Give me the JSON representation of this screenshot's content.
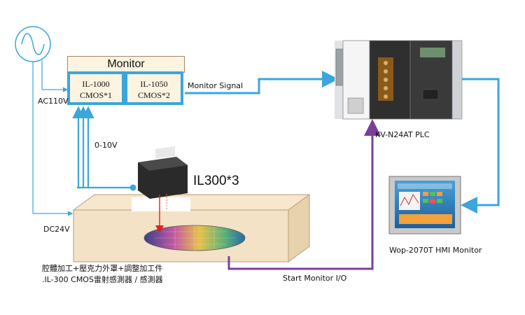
{
  "monitor": {
    "title": "Monitor",
    "cell1_line1": "IL-1000",
    "cell1_line2": "CMOS*1",
    "cell2_line1": "IL-1050",
    "cell2_line2": "CMOS*2"
  },
  "labels": {
    "ac110v": "AC110V",
    "monitor_signal": "Monitor  Signal",
    "zero_ten_v": "0-10V",
    "il300": "IL300*3",
    "dc24v": "DC24V",
    "plc": "KV-N24AT PLC",
    "hmi": "Wop-2070T HMI Monitor",
    "start_io": "Start Monitor I/O",
    "chinese_line1": "腔體加工+壓克力外罩+調整加工件",
    ".il300_line2": ".IL-300  CMOS雷射感測器 / 感測器"
  },
  "colors": {
    "wire_blue": "#3aa6dc",
    "wire_purple": "#7a3f9a",
    "chamber": "#f3e2c6",
    "chamber_border": "#b79e7b"
  },
  "icons": {
    "ac_source": "sine-wave-icon",
    "sensor": "laser-sensor-icon",
    "plc": "plc-module-icon",
    "hmi": "hmi-screen-icon",
    "wafer": "wafer-icon"
  }
}
